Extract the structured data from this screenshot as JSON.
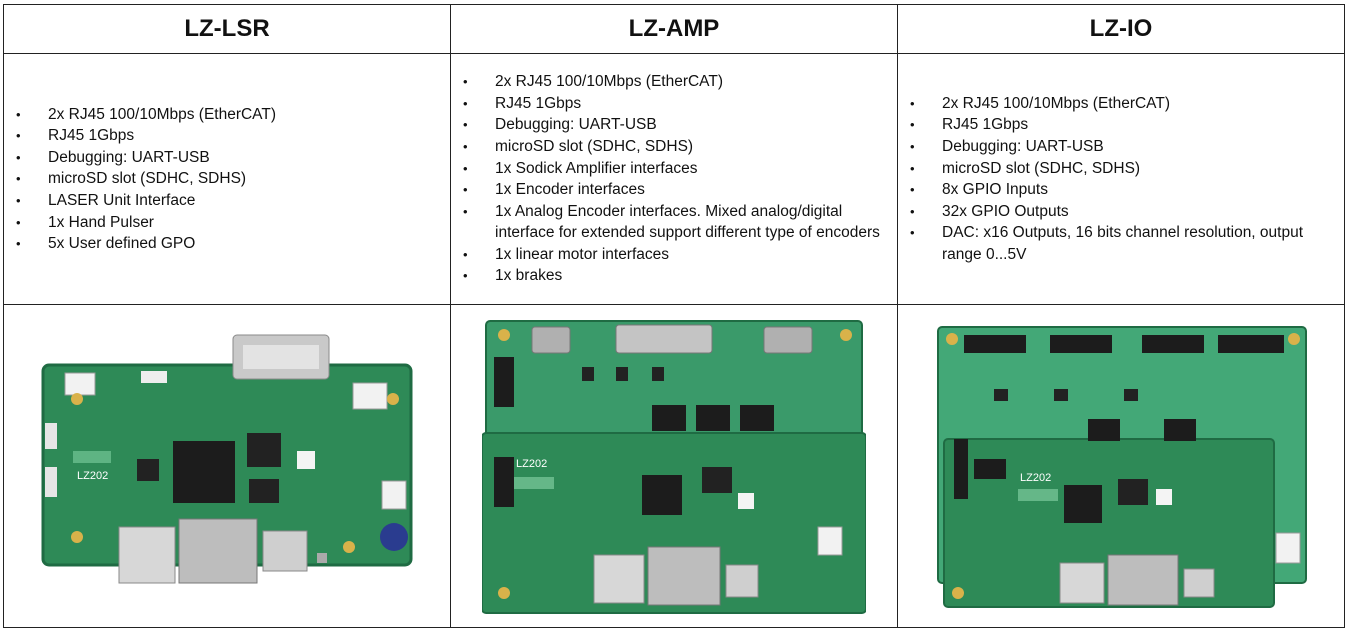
{
  "columns": [
    {
      "title": "LZ-LSR",
      "features": [
        "2x RJ45 100/10Mbps (EtherCAT)",
        "RJ45 1Gbps",
        "Debugging: UART-USB",
        "microSD slot (SDHC, SDHS)",
        "LASER Unit Interface",
        "1x Hand Pulser",
        "5x User defined GPO"
      ],
      "board": {
        "silkscreen": "LZ202"
      }
    },
    {
      "title": "LZ-AMP",
      "features": [
        "2x RJ45 100/10Mbps (EtherCAT)",
        "RJ45 1Gbps",
        "Debugging: UART-USB",
        "microSD slot (SDHC, SDHS)",
        "1x Sodick Amplifier interfaces",
        "1x Encoder interfaces",
        "1x Analog Encoder interfaces. Mixed analog/digital interface for extended support different type of encoders",
        "1x linear motor interfaces",
        "1x brakes"
      ],
      "board": {
        "silkscreen": "LZ202"
      }
    },
    {
      "title": "LZ-IO",
      "features": [
        "2x RJ45 100/10Mbps (EtherCAT)",
        "RJ45 1Gbps",
        "Debugging: UART-USB",
        "microSD slot (SDHC, SDHS)",
        "8x GPIO Inputs",
        "32x GPIO Outputs",
        "DAC: x16 Outputs, 16 bits channel resolution, output range 0...5V"
      ],
      "board": {
        "silkscreen": "LZ202"
      }
    }
  ],
  "colors": {
    "pcb": "#2e8a57",
    "pcb_dark": "#1f6b43",
    "chip": "#1c1c1c",
    "border": "#222222"
  }
}
